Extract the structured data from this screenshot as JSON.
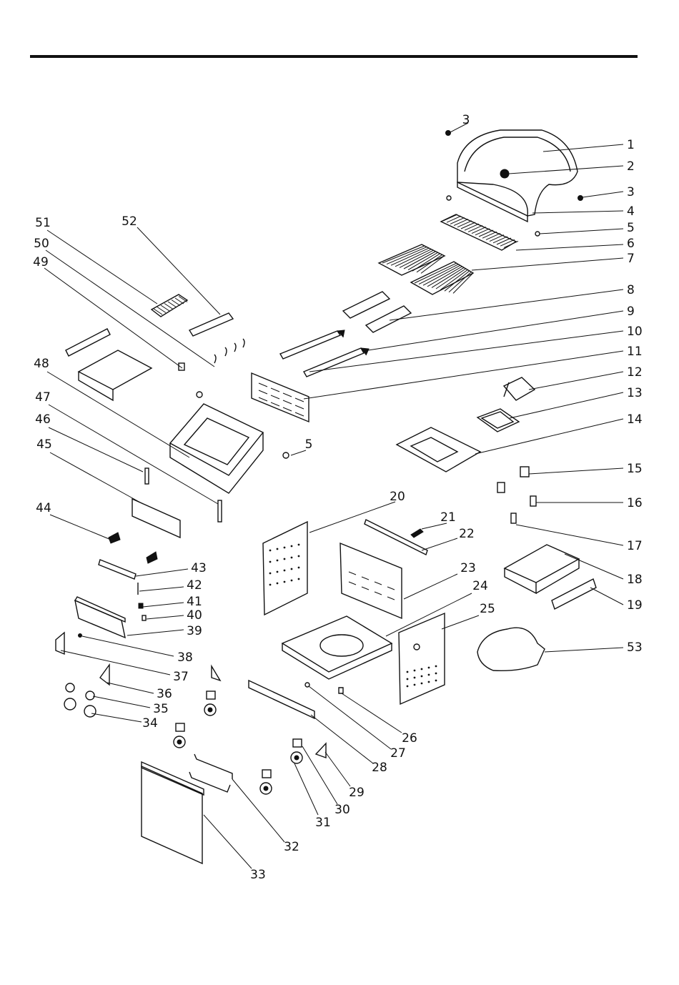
{
  "diagram": {
    "type": "exploded-parts-view",
    "callouts": [
      "1",
      "2",
      "3",
      "4",
      "5",
      "6",
      "7",
      "8",
      "9",
      "10",
      "11",
      "12",
      "13",
      "14",
      "15",
      "16",
      "17",
      "18",
      "19",
      "20",
      "21",
      "22",
      "23",
      "24",
      "25",
      "26",
      "27",
      "28",
      "29",
      "30",
      "31",
      "32",
      "33",
      "34",
      "35",
      "36",
      "37",
      "38",
      "39",
      "40",
      "41",
      "42",
      "43",
      "44",
      "45",
      "46",
      "47",
      "48",
      "49",
      "50",
      "51",
      "52",
      "53"
    ]
  }
}
